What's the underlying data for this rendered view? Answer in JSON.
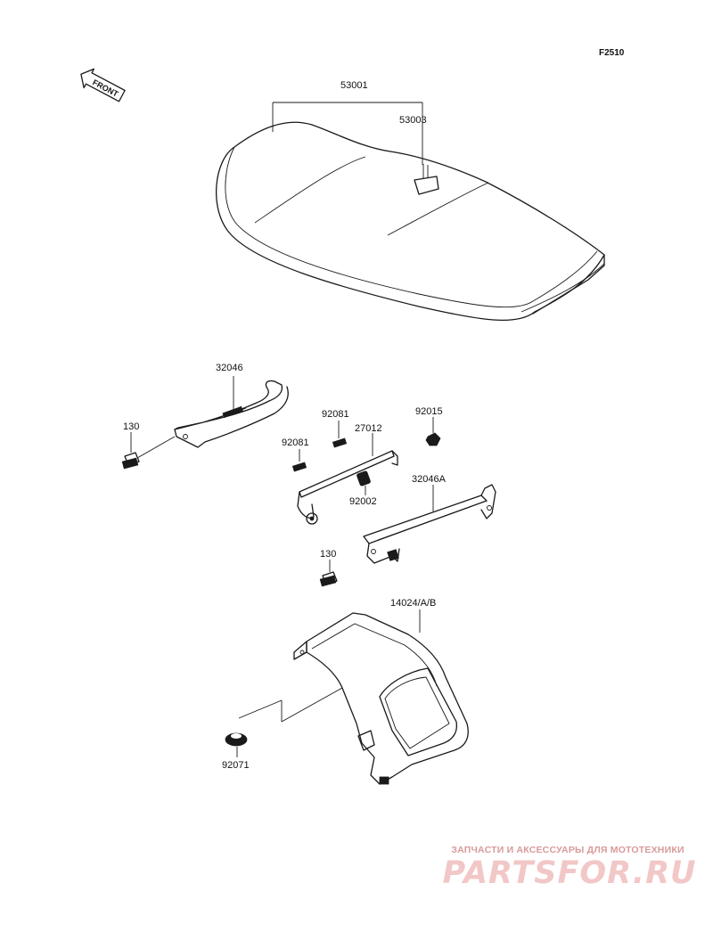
{
  "figure_code": "F2510",
  "front_indicator": "FRONT",
  "parts": {
    "seat": "53001",
    "seat_hook": "53003",
    "rear_bracket": "32046",
    "bolt_left": "130",
    "pin_top": "92081",
    "pin_lower": "92081",
    "seat_lock_rod": "27012",
    "nut": "92015",
    "spacer": "92002",
    "front_bracket": "32046A",
    "bolt_center": "130",
    "cover": "14024/A/B",
    "grommet": "92071"
  },
  "watermark": {
    "tagline": "ЗАПЧАСТИ И АКСЕССУАРЫ ДЛЯ МОТОТЕХНИКИ",
    "logo": "PARTSFOR.RU"
  }
}
